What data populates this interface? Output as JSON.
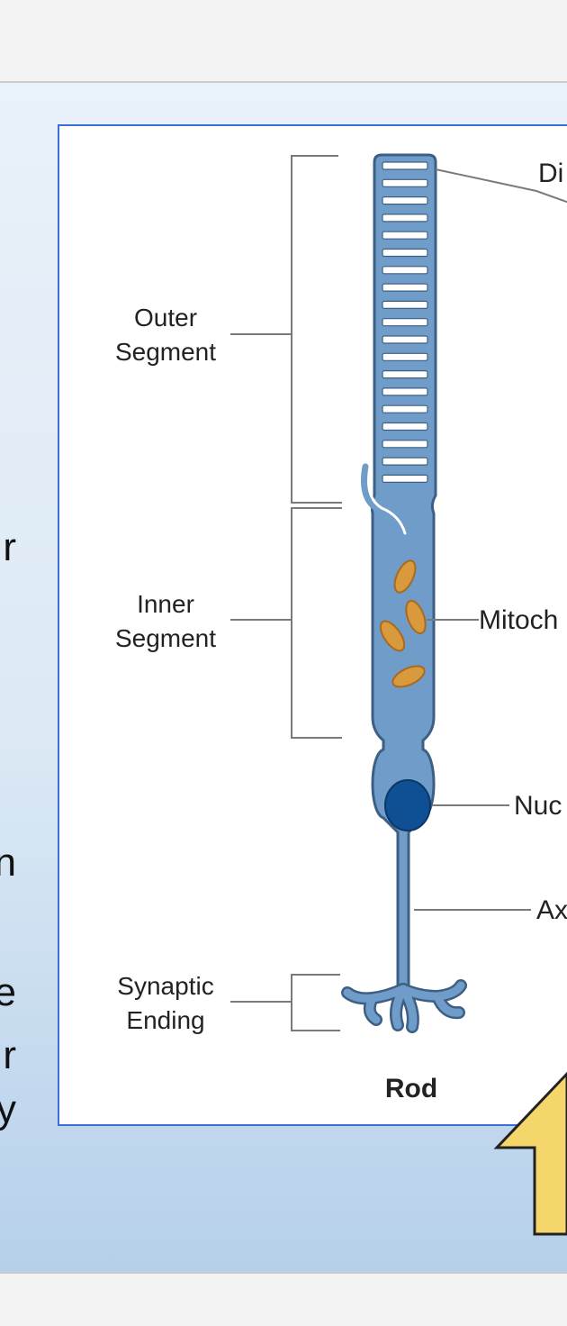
{
  "left_text_fragments": [
    "r",
    "n",
    "e",
    "r",
    "y"
  ],
  "diagram": {
    "title": "Rod",
    "labels": {
      "outer_segment": [
        "Outer",
        "Segment"
      ],
      "inner_segment": [
        "Inner",
        "Segment"
      ],
      "synaptic_ending": [
        "Synaptic",
        "Ending"
      ],
      "discs": "Di",
      "mitochondria": "Mitoch",
      "nucleus": "Nuc",
      "axon": "Ax"
    }
  },
  "colors": {
    "cell_fill": "#6f9cc9",
    "cell_stroke": "#3d5f84",
    "nucleus": "#0f4f93",
    "mitochondria": "#d89a3c",
    "frame": "#3a6fd8",
    "arrow": "#f5d66a"
  }
}
